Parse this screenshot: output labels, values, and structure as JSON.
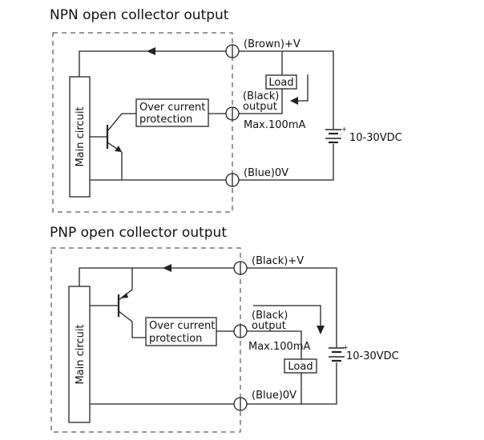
{
  "npn": {
    "title": "NPN open collector output",
    "main_circuit": "Main circuit",
    "over_current_line1": "Over current",
    "over_current_line2": "protection",
    "terminal_pos": "(Brown)+V",
    "terminal_out_line1": "(Black)",
    "terminal_out_line2": "output",
    "terminal_neg": "(Blue)0V",
    "max_current": "Max.100mA",
    "load": "Load",
    "supply": "10-30VDC"
  },
  "pnp": {
    "title": "PNP open collector output",
    "main_circuit": "Main circuit",
    "over_current_line1": "Over current",
    "over_current_line2": "protection",
    "terminal_pos": "(Black)+V",
    "terminal_out_line1": "(Black)",
    "terminal_out_line2": "output",
    "terminal_neg": "(Blue)0V",
    "max_current": "Max.100mA",
    "load": "Load",
    "supply": "10-30VDC"
  }
}
